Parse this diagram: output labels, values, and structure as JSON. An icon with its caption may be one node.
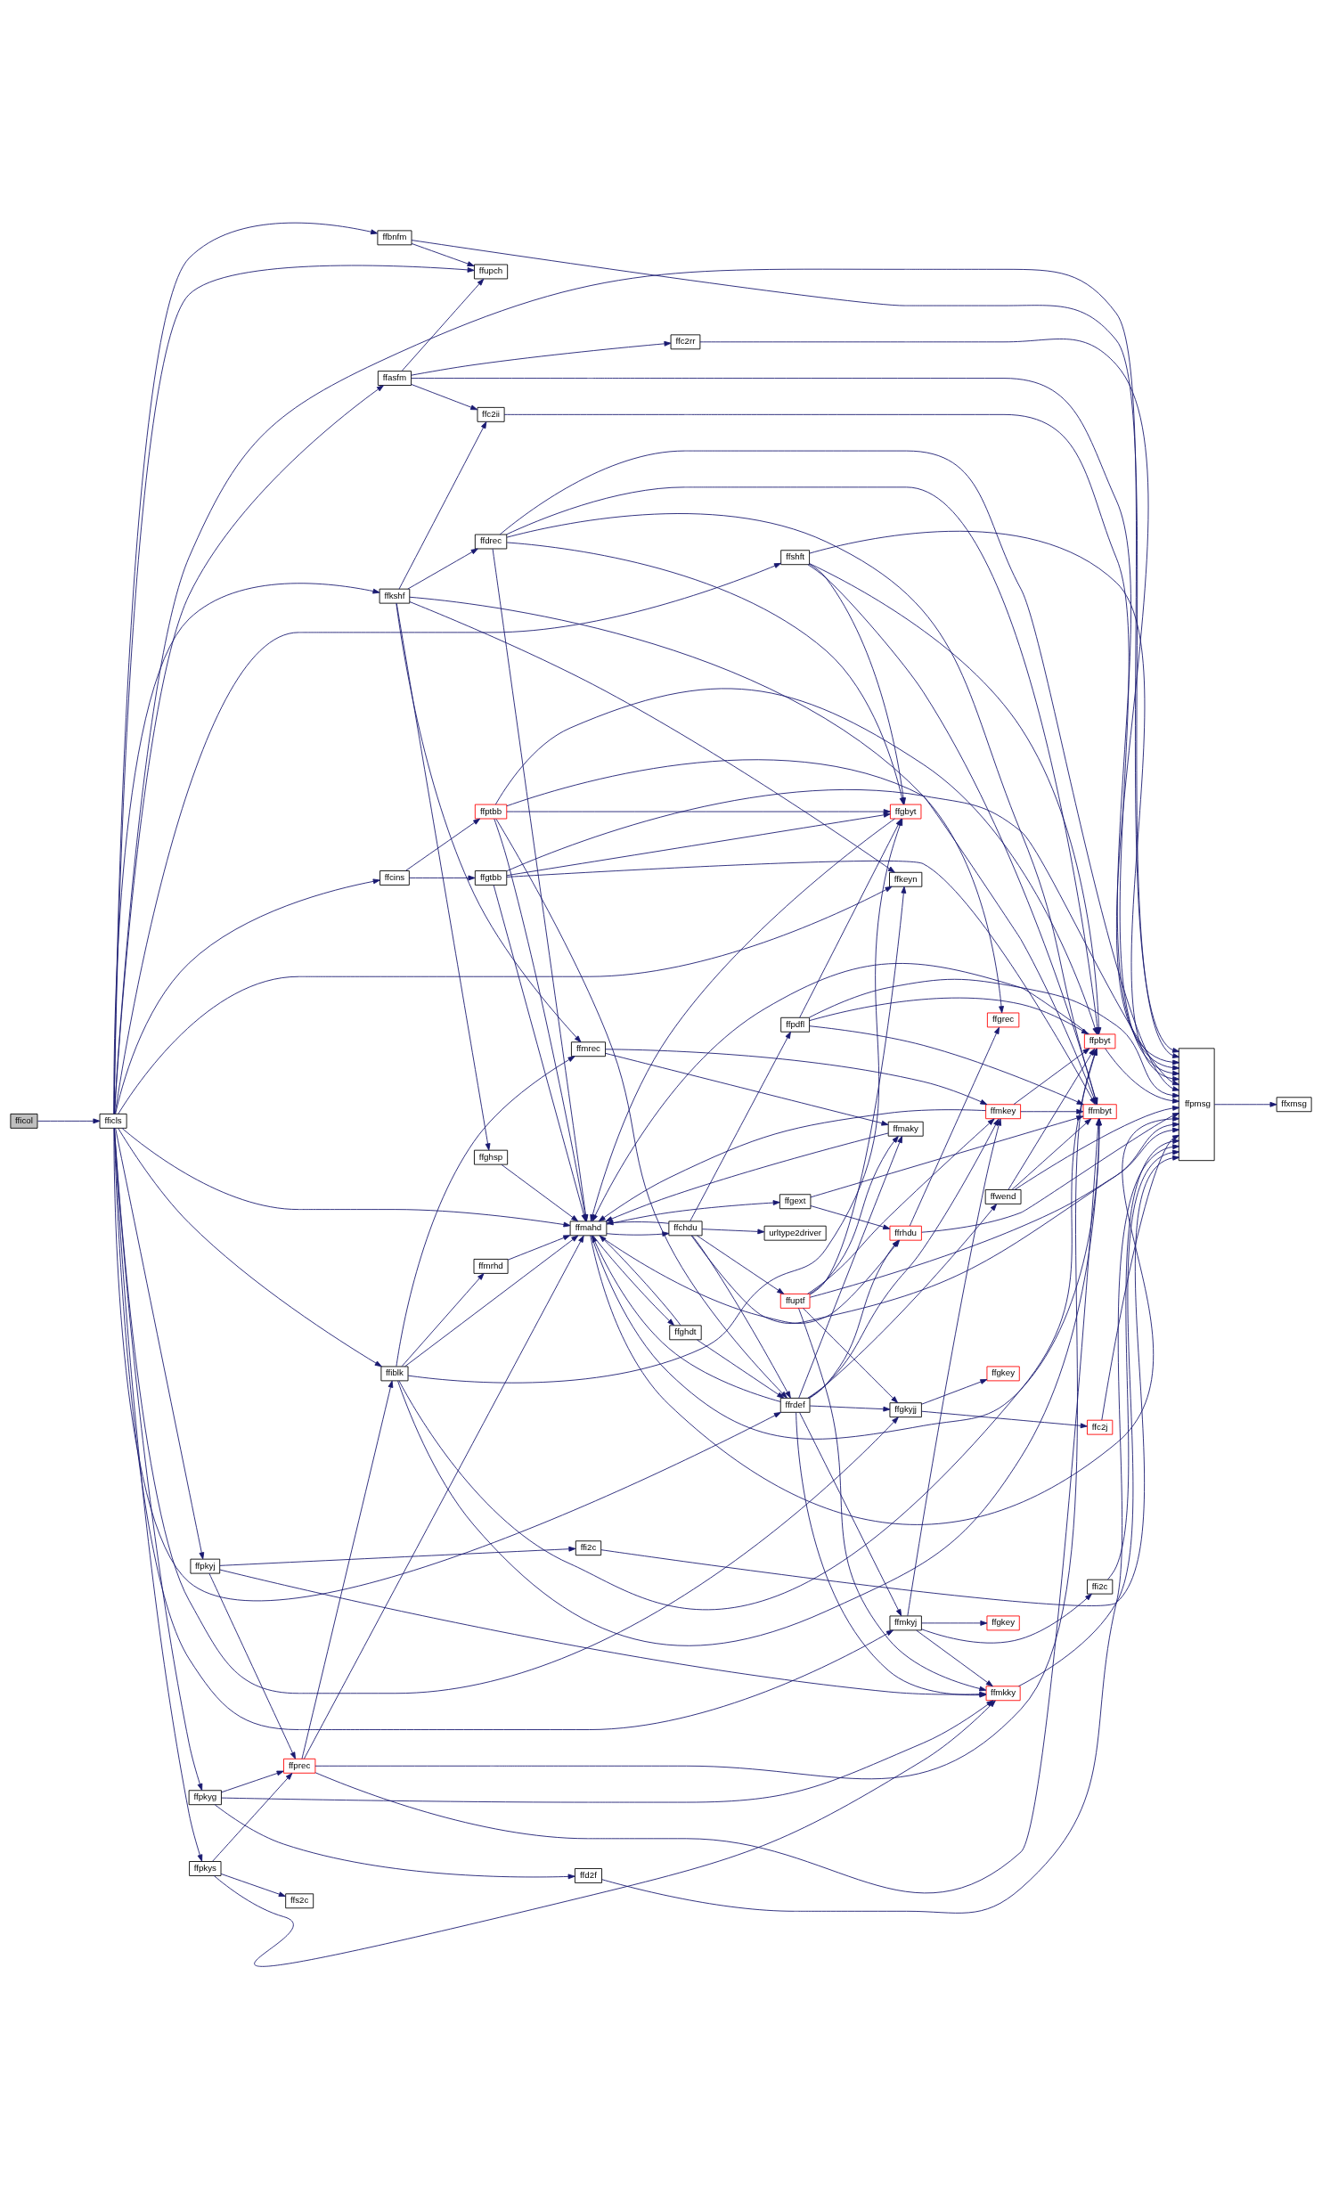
{
  "diagram": {
    "nodes": [
      {
        "text": [
          "fficol"
        ]
      },
      {
        "text": [
          "fficls"
        ]
      },
      {
        "text": [
          "ffbnfm"
        ]
      },
      {
        "text": [
          "ffasfm"
        ]
      },
      {
        "text": [
          "ffkshf"
        ]
      },
      {
        "text": [
          "ffcins"
        ]
      },
      {
        "text": [
          "ffpkyj"
        ]
      },
      {
        "text": [
          "ffpkyg"
        ]
      },
      {
        "text": [
          "ffpkys"
        ]
      },
      {
        "text": [
          "ffupch"
        ]
      },
      {
        "text": [
          "ffc2rr"
        ]
      },
      {
        "text": [
          "ffc2ii"
        ]
      },
      {
        "text": [
          "ffgtbb"
        ]
      },
      {
        "text": [
          "ffdrec"
        ]
      },
      {
        "text": [
          "ffghsp"
        ]
      },
      {
        "text": [
          "ffptbb"
        ]
      },
      {
        "text": [
          "ffi2c"
        ]
      },
      {
        "text": [
          "ffprec"
        ]
      },
      {
        "text": [
          "ffiblk"
        ]
      },
      {
        "text": [
          "ffmrhd"
        ]
      },
      {
        "text": [
          "ffmahd"
        ]
      },
      {
        "text": [
          "ffs2c"
        ]
      },
      {
        "text": [
          "ffkeyn"
        ]
      },
      {
        "text": [
          "ffshft"
        ]
      },
      {
        "text": [
          "ffgbyt"
        ]
      },
      {
        "text": [
          "ffmbyt"
        ]
      },
      {
        "text": [
          "ffgrec"
        ]
      },
      {
        "text": [
          "ffgext"
        ]
      },
      {
        "text": [
          "ffrhdu"
        ]
      },
      {
        "text": [
          "ffpdfl"
        ]
      },
      {
        "text": [
          "ffchdu"
        ]
      },
      {
        "text": [
          "urltype2driver"
        ]
      },
      {
        "text": [
          "ffghdt"
        ]
      },
      {
        "text": [
          "ffmkey"
        ]
      },
      {
        "text": [
          "ffuptf"
        ]
      },
      {
        "text": [
          "ffmaky"
        ]
      },
      {
        "text": [
          "ffwend"
        ]
      },
      {
        "text": [
          "ffrdef"
        ]
      },
      {
        "text": [
          "ffc2j"
        ]
      },
      {
        "text": [
          "ffgkey"
        ]
      },
      {
        "text": [
          "ffgkyjj"
        ]
      },
      {
        "text": [
          "ffpbyt"
        ]
      },
      {
        "text": [
          "ffmrec"
        ]
      },
      {
        "text": [
          "ffi2c"
        ]
      },
      {
        "text": [
          "ffmkyj"
        ]
      },
      {
        "text": [
          "ffgkey"
        ]
      },
      {
        "text": [
          "ffmkky"
        ]
      },
      {
        "text": [
          "ffd2f"
        ]
      },
      {
        "text": [
          "ffpmsg"
        ]
      },
      {
        "text": [
          "ffxmsg"
        ]
      }
    ],
    "edges": [
      {
        "from": 0,
        "to": 1,
        "arrow": "to"
      },
      {
        "from": 1,
        "to": 48,
        "arrow": "to"
      },
      {
        "from": 1,
        "to": 2,
        "arrow": "to"
      },
      {
        "from": 1,
        "to": 9,
        "arrow": "to"
      },
      {
        "from": 1,
        "to": 3,
        "arrow": "to"
      },
      {
        "from": 1,
        "to": 23,
        "arrow": "to"
      },
      {
        "from": 1,
        "to": 22,
        "arrow": "to"
      },
      {
        "from": 1,
        "to": 4,
        "arrow": "to"
      },
      {
        "from": 1,
        "to": 5,
        "arrow": "to"
      },
      {
        "from": 1,
        "to": 20,
        "arrow": "to"
      },
      {
        "from": 1,
        "to": 18,
        "arrow": "to"
      },
      {
        "from": 1,
        "to": 6,
        "arrow": "to"
      },
      {
        "from": 1,
        "to": 37,
        "arrow": "to"
      },
      {
        "from": 1,
        "to": 40,
        "arrow": "to"
      },
      {
        "from": 1,
        "to": 44,
        "arrow": "to"
      },
      {
        "from": 1,
        "to": 7,
        "arrow": "to"
      },
      {
        "from": 1,
        "to": 8,
        "arrow": "to"
      },
      {
        "from": 2,
        "to": 9,
        "arrow": "to"
      },
      {
        "from": 2,
        "to": 48,
        "arrow": "to"
      },
      {
        "from": 3,
        "to": 9,
        "arrow": "to"
      },
      {
        "from": 3,
        "to": 48,
        "arrow": "to"
      },
      {
        "from": 3,
        "to": 10,
        "arrow": "to"
      },
      {
        "from": 3,
        "to": 11,
        "arrow": "to"
      },
      {
        "from": 10,
        "to": 48,
        "arrow": "to"
      },
      {
        "from": 11,
        "to": 48,
        "arrow": "to"
      },
      {
        "from": 4,
        "to": 11,
        "arrow": "to"
      },
      {
        "from": 4,
        "to": 22,
        "arrow": "to"
      },
      {
        "from": 4,
        "to": 13,
        "arrow": "to"
      },
      {
        "from": 4,
        "to": 14,
        "arrow": "to"
      },
      {
        "from": 4,
        "to": 26,
        "arrow": "to"
      },
      {
        "from": 4,
        "to": 42,
        "arrow": "to"
      },
      {
        "from": 5,
        "to": 12,
        "arrow": "to"
      },
      {
        "from": 5,
        "to": 15,
        "arrow": "to"
      },
      {
        "from": 12,
        "to": 48,
        "arrow": "to"
      },
      {
        "from": 12,
        "to": 24,
        "arrow": "to"
      },
      {
        "from": 12,
        "to": 25,
        "arrow": "to"
      },
      {
        "from": 12,
        "to": 20,
        "arrow": "to"
      },
      {
        "from": 23,
        "to": 24,
        "arrow": "to"
      },
      {
        "from": 23,
        "to": 48,
        "arrow": "to"
      },
      {
        "from": 23,
        "to": 25,
        "arrow": "to"
      },
      {
        "from": 23,
        "to": 41,
        "arrow": "to"
      },
      {
        "from": 13,
        "to": 48,
        "arrow": "to"
      },
      {
        "from": 13,
        "to": 24,
        "arrow": "to"
      },
      {
        "from": 13,
        "to": 25,
        "arrow": "to"
      },
      {
        "from": 13,
        "to": 20,
        "arrow": "to"
      },
      {
        "from": 13,
        "to": 41,
        "arrow": "to"
      },
      {
        "from": 14,
        "to": 20,
        "arrow": "to"
      },
      {
        "from": 15,
        "to": 24,
        "arrow": "to"
      },
      {
        "from": 15,
        "to": 25,
        "arrow": "to"
      },
      {
        "from": 15,
        "to": 20,
        "arrow": "to"
      },
      {
        "from": 15,
        "to": 37,
        "arrow": "to"
      },
      {
        "from": 15,
        "to": 41,
        "arrow": "to"
      },
      {
        "from": 16,
        "to": 48,
        "arrow": "to"
      },
      {
        "from": 6,
        "to": 16,
        "arrow": "to"
      },
      {
        "from": 6,
        "to": 17,
        "arrow": "to"
      },
      {
        "from": 6,
        "to": 46,
        "arrow": "to"
      },
      {
        "from": 17,
        "to": 18,
        "arrow": "to"
      },
      {
        "from": 17,
        "to": 20,
        "arrow": "to"
      },
      {
        "from": 17,
        "to": 25,
        "arrow": "to"
      },
      {
        "from": 17,
        "to": 41,
        "arrow": "to"
      },
      {
        "from": 18,
        "to": 19,
        "arrow": "to"
      },
      {
        "from": 18,
        "to": 20,
        "arrow": "to"
      },
      {
        "from": 18,
        "to": 25,
        "arrow": "to"
      },
      {
        "from": 18,
        "to": 24,
        "arrow": "to"
      },
      {
        "from": 18,
        "to": 41,
        "arrow": "to"
      },
      {
        "from": 18,
        "to": 42,
        "arrow": "to"
      },
      {
        "from": 19,
        "to": 20,
        "arrow": "to"
      },
      {
        "from": 20,
        "to": 27,
        "arrow": "to"
      },
      {
        "from": 20,
        "to": 28,
        "arrow": "to"
      },
      {
        "from": 20,
        "to": 48,
        "arrow": "to"
      },
      {
        "from": 20,
        "to": 30,
        "arrow": "to"
      },
      {
        "from": 20,
        "to": 32,
        "arrow": "to"
      },
      {
        "from": 20,
        "to": 25,
        "arrow": "to"
      },
      {
        "from": 24,
        "to": 20,
        "arrow": "to"
      },
      {
        "from": 41,
        "to": 20,
        "arrow": "to"
      },
      {
        "from": 41,
        "to": 48,
        "arrow": "to"
      },
      {
        "from": 27,
        "to": 28,
        "arrow": "to"
      },
      {
        "from": 27,
        "to": 25,
        "arrow": "to"
      },
      {
        "from": 28,
        "to": 26,
        "arrow": "to"
      },
      {
        "from": 28,
        "to": 48,
        "arrow": "to"
      },
      {
        "from": 48,
        "to": 49,
        "arrow": "to"
      },
      {
        "from": 29,
        "to": 24,
        "arrow": "to"
      },
      {
        "from": 29,
        "to": 25,
        "arrow": "to"
      },
      {
        "from": 29,
        "to": 48,
        "arrow": "to"
      },
      {
        "from": 29,
        "to": 41,
        "arrow": "to"
      },
      {
        "from": 30,
        "to": 20,
        "arrow": "to"
      },
      {
        "from": 30,
        "to": 29,
        "arrow": "to"
      },
      {
        "from": 30,
        "to": 31,
        "arrow": "to"
      },
      {
        "from": 30,
        "to": 48,
        "arrow": "to"
      },
      {
        "from": 30,
        "to": 34,
        "arrow": "to"
      },
      {
        "from": 30,
        "to": 37,
        "arrow": "to"
      },
      {
        "from": 32,
        "to": 20,
        "arrow": "to"
      },
      {
        "from": 32,
        "to": 37,
        "arrow": "to"
      },
      {
        "from": 33,
        "to": 20,
        "arrow": "to"
      },
      {
        "from": 33,
        "to": 25,
        "arrow": "to"
      },
      {
        "from": 33,
        "to": 41,
        "arrow": "to"
      },
      {
        "from": 34,
        "to": 22,
        "arrow": "to"
      },
      {
        "from": 34,
        "to": 33,
        "arrow": "to"
      },
      {
        "from": 34,
        "to": 48,
        "arrow": "to"
      },
      {
        "from": 34,
        "to": 35,
        "arrow": "to"
      },
      {
        "from": 34,
        "to": 40,
        "arrow": "to"
      },
      {
        "from": 34,
        "to": 46,
        "arrow": "to"
      },
      {
        "from": 35,
        "to": 20,
        "arrow": "to"
      },
      {
        "from": 36,
        "to": 25,
        "arrow": "to"
      },
      {
        "from": 36,
        "to": 41,
        "arrow": "to"
      },
      {
        "from": 36,
        "to": 48,
        "arrow": "to"
      },
      {
        "from": 37,
        "to": 20,
        "arrow": "to"
      },
      {
        "from": 37,
        "to": 28,
        "arrow": "to"
      },
      {
        "from": 37,
        "to": 35,
        "arrow": "to"
      },
      {
        "from": 37,
        "to": 33,
        "arrow": "to"
      },
      {
        "from": 37,
        "to": 36,
        "arrow": "to"
      },
      {
        "from": 37,
        "to": 40,
        "arrow": "to"
      },
      {
        "from": 37,
        "to": 44,
        "arrow": "to"
      },
      {
        "from": 37,
        "to": 46,
        "arrow": "to"
      },
      {
        "from": 38,
        "to": 48,
        "arrow": "to"
      },
      {
        "from": 40,
        "to": 39,
        "arrow": "to"
      },
      {
        "from": 40,
        "to": 38,
        "arrow": "to"
      },
      {
        "from": 42,
        "to": 33,
        "arrow": "to"
      },
      {
        "from": 42,
        "to": 35,
        "arrow": "to"
      },
      {
        "from": 44,
        "to": 45,
        "arrow": "to"
      },
      {
        "from": 44,
        "to": 43,
        "arrow": "to"
      },
      {
        "from": 44,
        "to": 46,
        "arrow": "to"
      },
      {
        "from": 44,
        "to": 33,
        "arrow": "to"
      },
      {
        "from": 43,
        "to": 48,
        "arrow": "to"
      },
      {
        "from": 46,
        "to": 48,
        "arrow": "to"
      },
      {
        "from": 7,
        "to": 17,
        "arrow": "to"
      },
      {
        "from": 7,
        "to": 46,
        "arrow": "to"
      },
      {
        "from": 7,
        "to": 47,
        "arrow": "to"
      },
      {
        "from": 8,
        "to": 17,
        "arrow": "to"
      },
      {
        "from": 8,
        "to": 21,
        "arrow": "to"
      },
      {
        "from": 8,
        "to": 46,
        "arrow": "to"
      },
      {
        "from": 47,
        "to": 48,
        "arrow": "to"
      }
    ]
  }
}
